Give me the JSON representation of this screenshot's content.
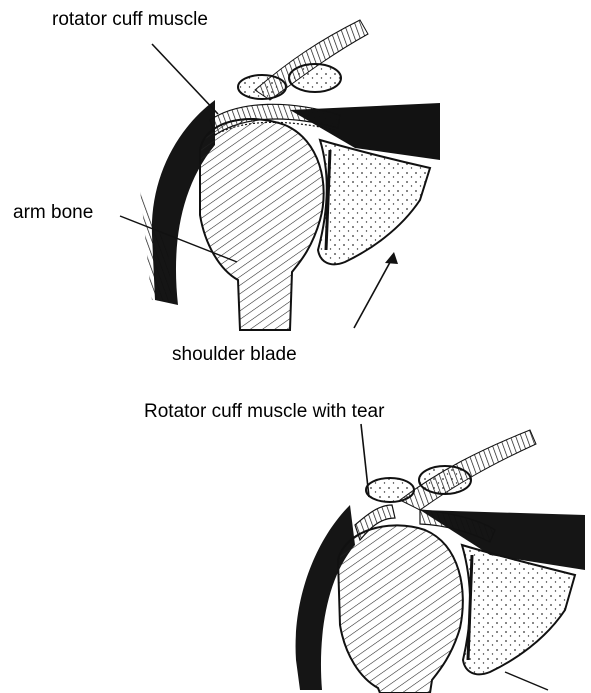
{
  "labels": {
    "top_muscle": "rotator cuff muscle",
    "arm_bone": "arm bone",
    "shoulder_blade": "shoulder blade",
    "torn_muscle": "Rotator cuff muscle with tear"
  },
  "colors": {
    "ink": "#111111",
    "paper": "#ffffff"
  }
}
